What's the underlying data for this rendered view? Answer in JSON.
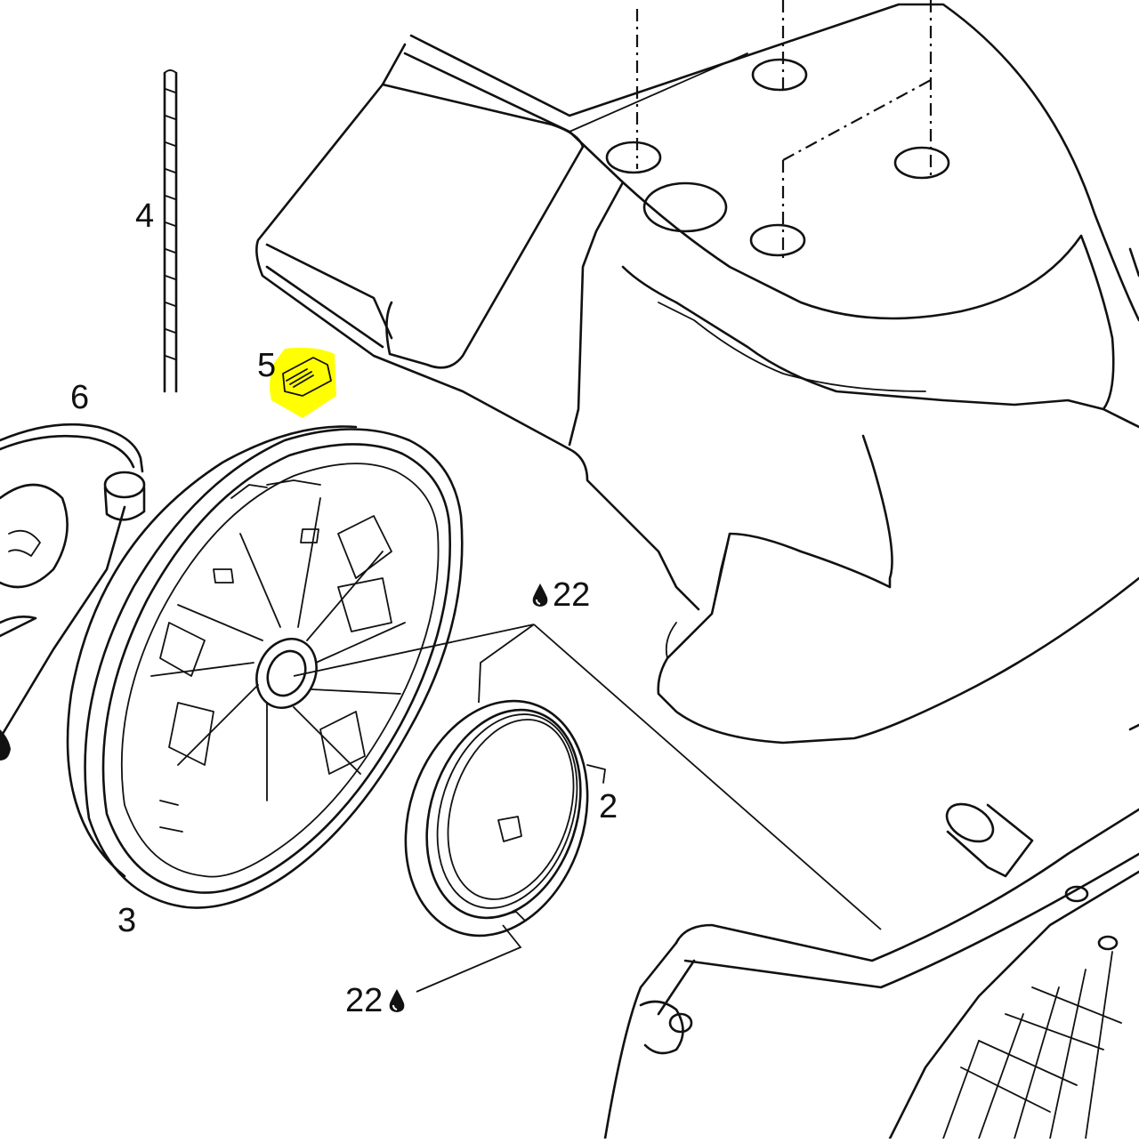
{
  "callouts": {
    "part_2": "2",
    "part_3": "3",
    "part_4": "4",
    "part_5": "5",
    "part_6": "6",
    "lube_upper": "22",
    "lube_lower": "22"
  },
  "highlight": {
    "part": "5",
    "color": "#ffff00"
  },
  "icons": {
    "lubricant": "oil-drop-icon"
  }
}
